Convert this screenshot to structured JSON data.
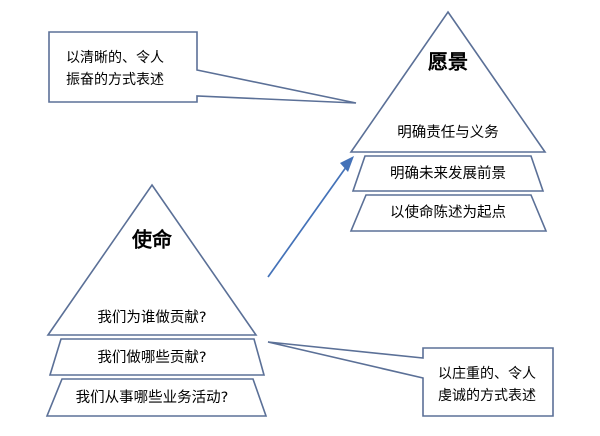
{
  "diagram": {
    "background_color": "#ffffff",
    "line_color": "#5b7097",
    "arrow_color": "#4472b8",
    "text_color": "#000000",
    "pyramids": [
      {
        "id": "vision",
        "title": "愿景",
        "tiers": [
          "明确责任与义务",
          "明确未来发展前景",
          "以使命陈述为起点"
        ]
      },
      {
        "id": "mission",
        "title": "使命",
        "tiers": [
          "我们为谁做贡献?",
          "我们做哪些贡献?",
          "我们从事哪些业务活动?"
        ]
      }
    ],
    "callouts": [
      {
        "id": "vision-callout",
        "lines": [
          "以清晰的、令人",
          "振奋的方式表述"
        ]
      },
      {
        "id": "mission-callout",
        "lines": [
          "以庄重的、令人",
          "虔诚的方式表述"
        ]
      }
    ]
  }
}
